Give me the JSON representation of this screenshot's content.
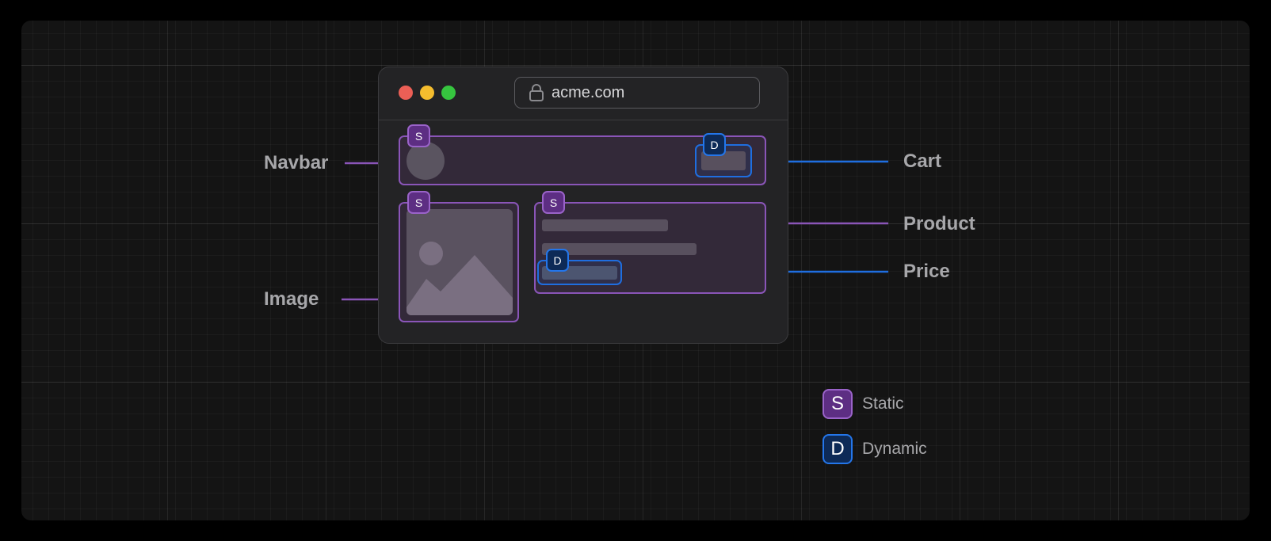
{
  "browser": {
    "url": "acme.com",
    "dot_colors": [
      "#ec5f56",
      "#f5bd2e",
      "#36c53f"
    ]
  },
  "badges": {
    "static": "S",
    "dynamic": "D"
  },
  "labels": {
    "navbar": "Navbar",
    "image": "Image",
    "cart": "Cart",
    "product": "Product",
    "price": "Price"
  },
  "legend": {
    "static_letter": "S",
    "static_label": "Static",
    "dynamic_letter": "D",
    "dynamic_label": "Dynamic"
  },
  "colors": {
    "static": "#8a55b8",
    "dynamic": "#1f6ee0"
  }
}
